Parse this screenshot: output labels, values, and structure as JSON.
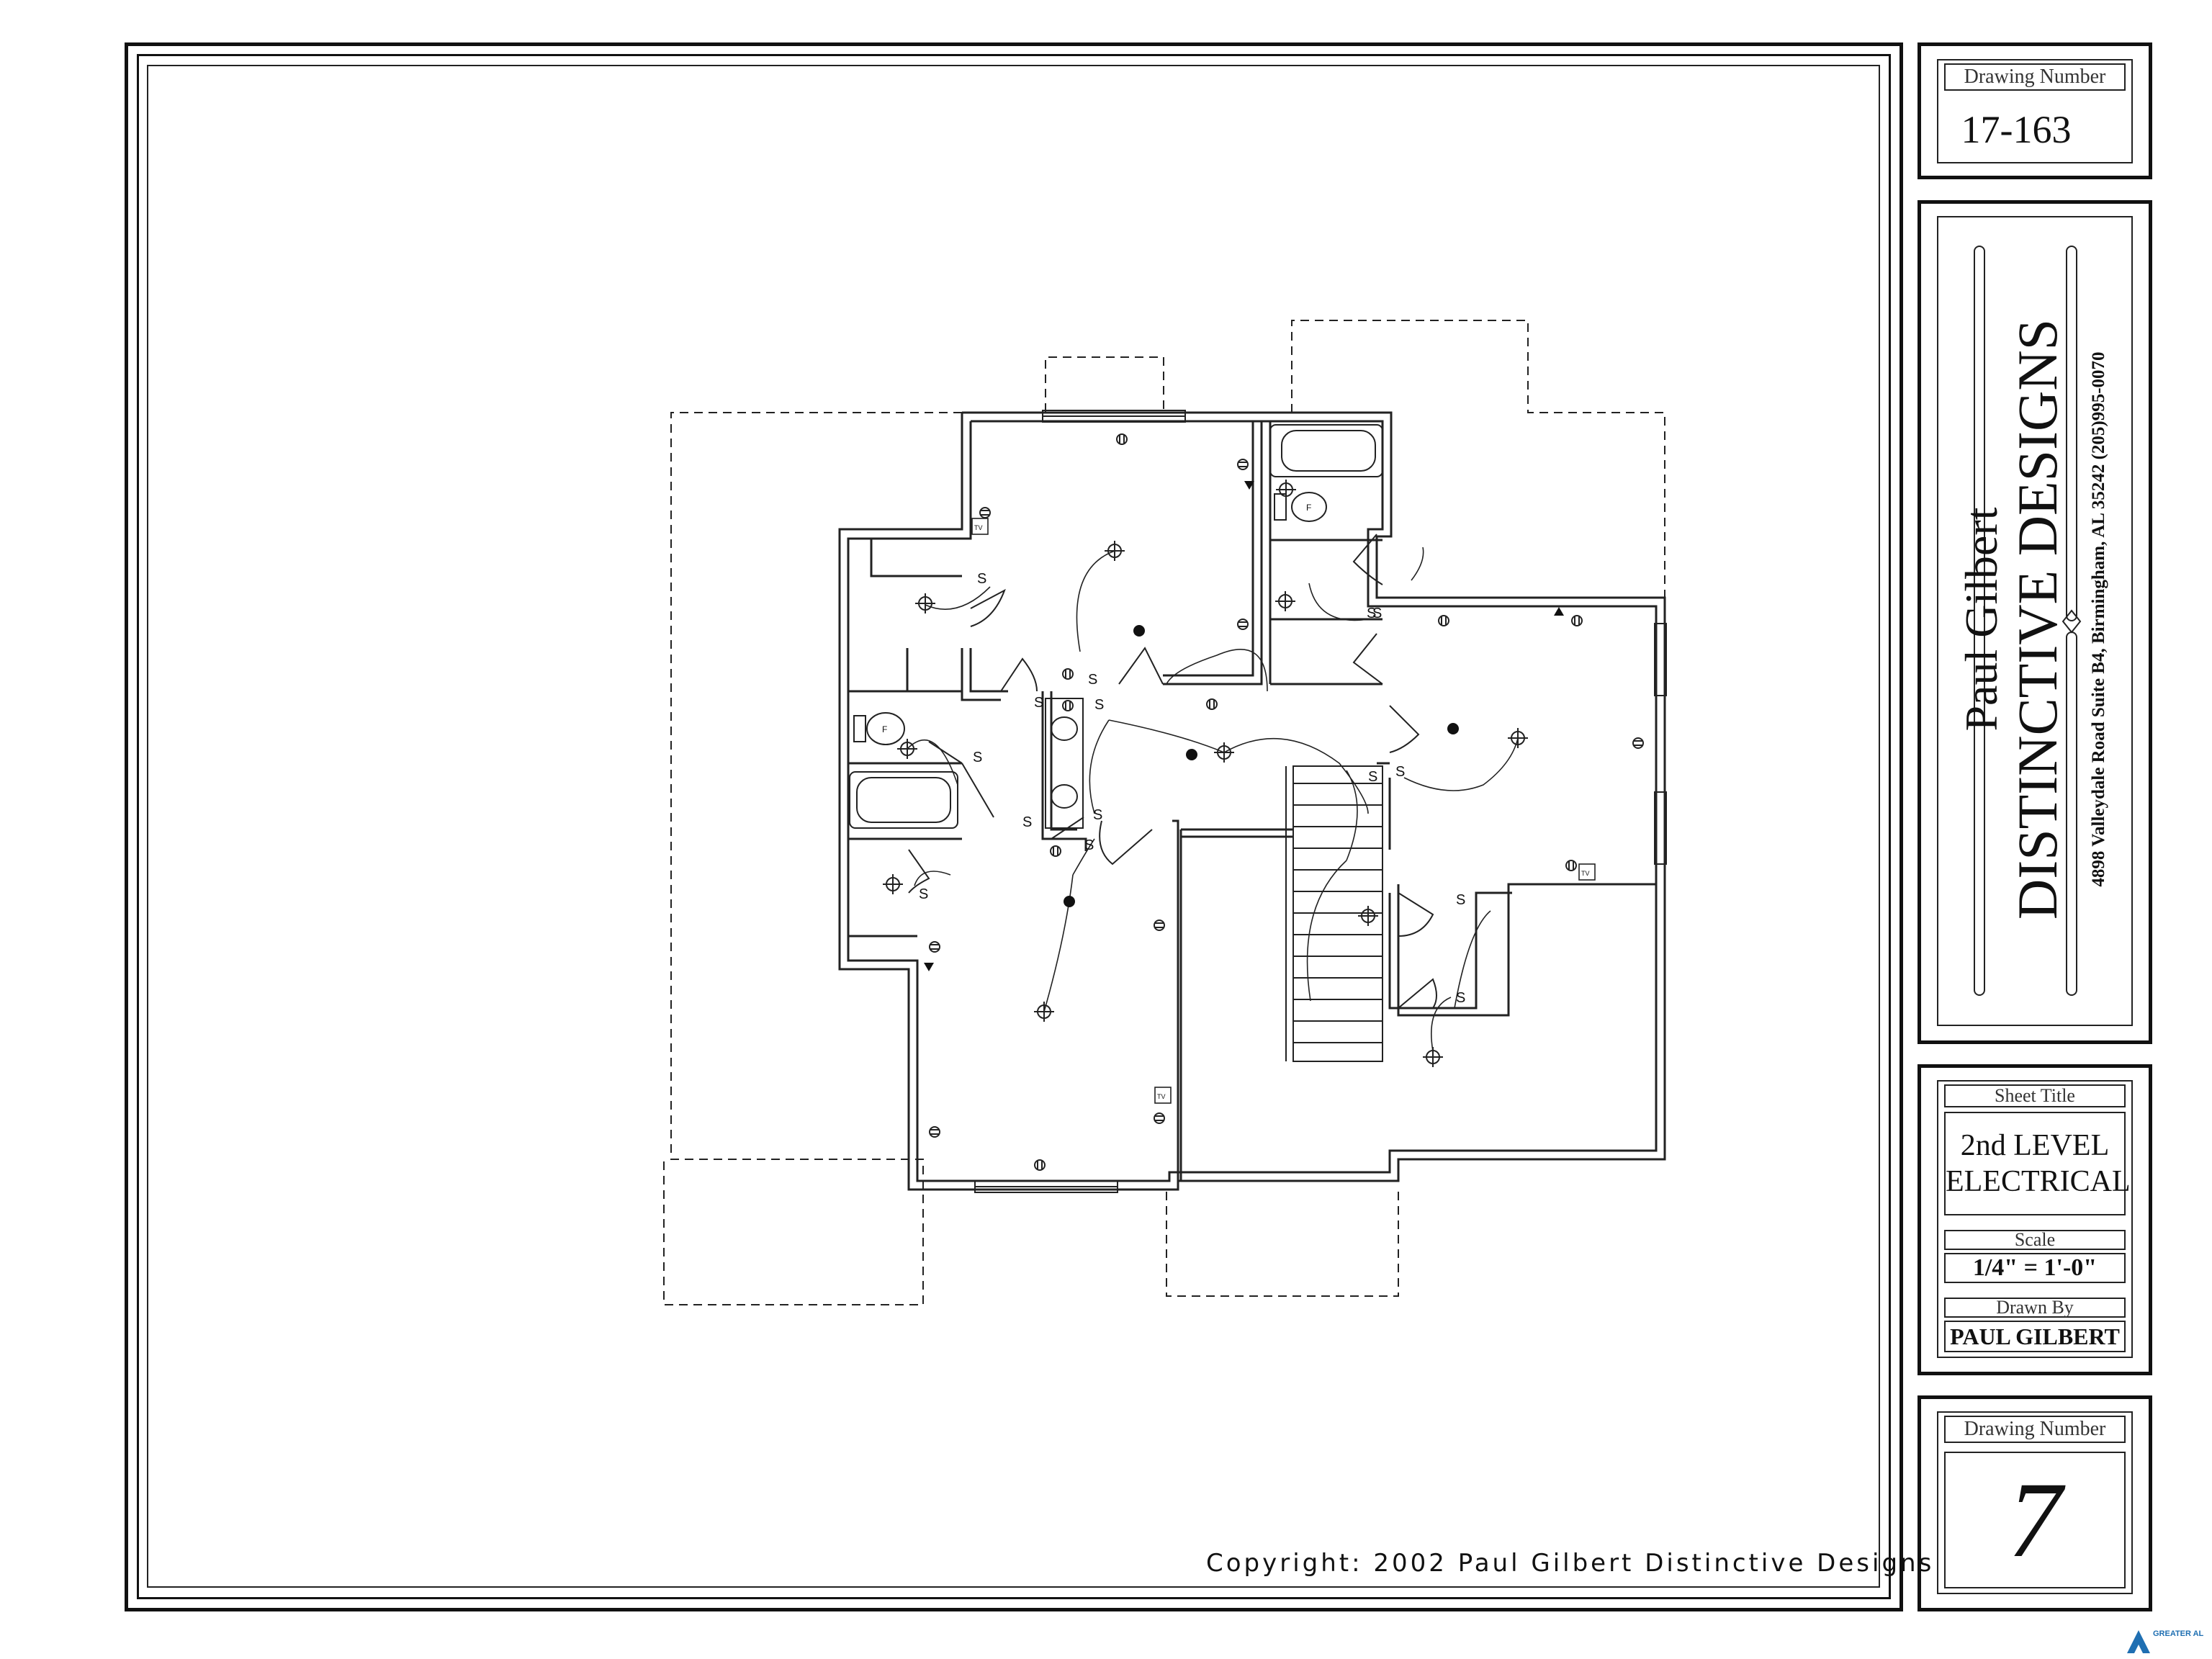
{
  "copyright": "Copyright: 2002 Paul Gilbert Distinctive Designs",
  "title_block": {
    "drawing_number_top": {
      "label": "Drawing Number",
      "value": "17-163"
    },
    "designer": {
      "name": "Paul Gilbert",
      "company": "DISTINCTIVE DESIGNS",
      "address": "4898 Valleydale Road Suite B4, Birmingham, AL 35242  (205)995-0070"
    },
    "sheet_title": {
      "label": "Sheet Title",
      "line1": "2nd LEVEL",
      "line2": "ELECTRICAL"
    },
    "scale": {
      "label": "Scale",
      "value": "1/4\" = 1'-0\""
    },
    "drawn_by": {
      "label": "Drawn By",
      "value": "PAUL GILBERT"
    },
    "drawing_number_bottom": {
      "label": "Drawing Number",
      "value": "7"
    }
  },
  "plan": {
    "switch_symbol": "S",
    "tv_symbol": "TV",
    "fan_symbol": "F"
  },
  "watermark": {
    "logo_text": "GREATER ALABAMA MLS"
  }
}
